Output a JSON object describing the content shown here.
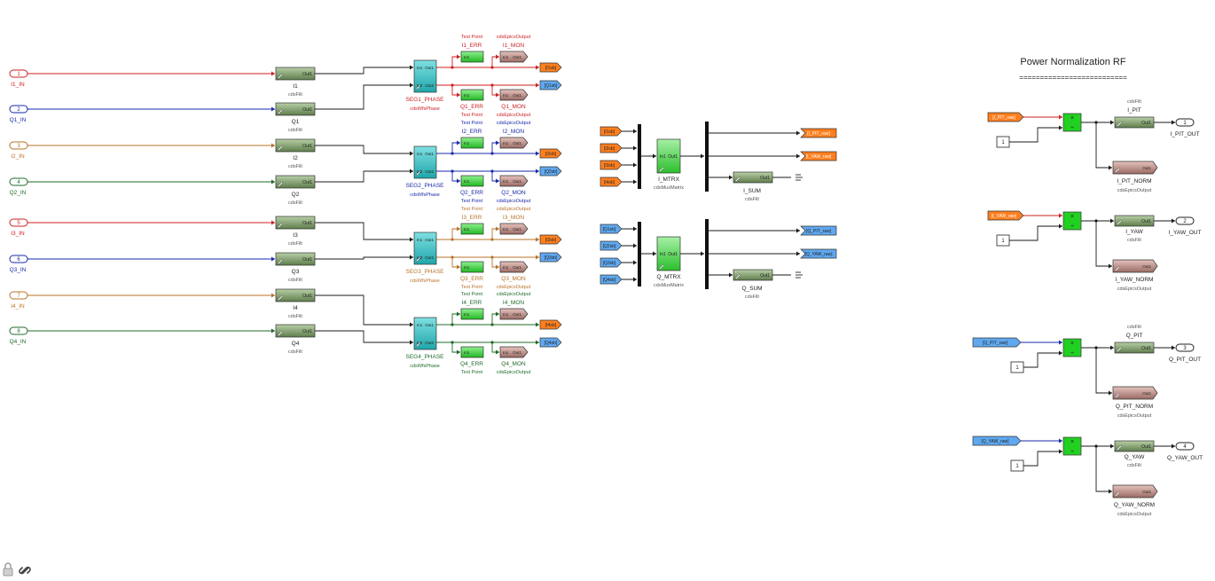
{
  "title": "Power Normalization RF",
  "title_rule": "==========================",
  "inports": [
    {
      "num": "1",
      "label": "I1_IN",
      "color": "#cc2222"
    },
    {
      "num": "2",
      "label": "Q1_IN",
      "color": "#1a2aa8"
    },
    {
      "num": "3",
      "label": "I2_IN",
      "color": "#b8732a"
    },
    {
      "num": "4",
      "label": "Q2_IN",
      "color": "#1f6b2a"
    },
    {
      "num": "5",
      "label": "I3_IN",
      "color": "#cc2222"
    },
    {
      "num": "6",
      "label": "Q3_IN",
      "color": "#1a2aa8"
    },
    {
      "num": "7",
      "label": "I4_IN",
      "color": "#b8732a"
    },
    {
      "num": "8",
      "label": "Q4_IN",
      "color": "#1f6b2a"
    }
  ],
  "filters": [
    {
      "port": "Out1",
      "name": "I1",
      "lib": "cdsFilt"
    },
    {
      "port": "Out1",
      "name": "Q1",
      "lib": "cdsFilt"
    },
    {
      "port": "Out1",
      "name": "I2",
      "lib": "cdsFilt"
    },
    {
      "port": "Out1",
      "name": "Q2",
      "lib": "cdsFilt"
    },
    {
      "port": "Out1",
      "name": "I3",
      "lib": "cdsFilt"
    },
    {
      "port": "Out1",
      "name": "Q3",
      "lib": "cdsFilt"
    },
    {
      "port": "Out1",
      "name": "I4",
      "lib": "cdsFilt"
    },
    {
      "port": "Out1",
      "name": "Q4",
      "lib": "cdsFilt"
    }
  ],
  "phases": [
    {
      "name": "SEG1_PHASE",
      "lib": "cdsWfsPhase",
      "in1": "In1",
      "out1": "Out1",
      "in2": "In2",
      "out2": "Out2",
      "color": "#cc2222",
      "tp_i": "I1_ERR",
      "mon_i": "I1_MON",
      "tp_q": "Q1_ERR",
      "mon_q": "Q1_MON",
      "tag_i": "[I1sb]",
      "tag_q": "[Q1sb]",
      "wire_i": "#cc2222",
      "wire_q": "#cc2222"
    },
    {
      "name": "SEG2_PHASE",
      "lib": "cdsWfsPhase",
      "in1": "In1",
      "out1": "Out1",
      "in2": "In2",
      "out2": "Out2",
      "color": "#1a2aa8",
      "tp_i": "I2_ERR",
      "mon_i": "I2_MON",
      "tp_q": "Q2_ERR",
      "mon_q": "Q2_MON",
      "tag_i": "[I2sb]",
      "tag_q": "[Q2sb]",
      "wire_i": "#1a2aa8",
      "wire_q": "#1a2aa8"
    },
    {
      "name": "SEG3_PHASE",
      "lib": "cdsWfsPhase",
      "in1": "In1",
      "out1": "Out1",
      "in2": "In2",
      "out2": "Out2",
      "color": "#b8732a",
      "tp_i": "I3_ERR",
      "mon_i": "I3_MON",
      "tp_q": "Q3_ERR",
      "mon_q": "Q3_MON",
      "tag_i": "[I3sb]",
      "tag_q": "[Q3sb]",
      "wire_i": "#b8732a",
      "wire_q": "#b8732a"
    },
    {
      "name": "SEG4_PHASE",
      "lib": "cdsWfsPhase",
      "in1": "In1",
      "out1": "Out1",
      "in2": "In2",
      "out2": "Out2",
      "color": "#1f6b2a",
      "tp_i": "I4_ERR",
      "mon_i": "I4_MON",
      "tp_q": "Q4_ERR",
      "mon_q": "Q4_MON",
      "tag_i": "[I4sb]",
      "tag_q": "[Q4sb]",
      "wire_i": "#1f6b2a",
      "wire_q": "#1f6b2a"
    }
  ],
  "captions": {
    "test_point": "Test Point",
    "epics_output": "cdsEpicsOutput",
    "tp_port": "In1",
    "mon_port": "In1",
    "mon_out": "Out1"
  },
  "matrices": [
    {
      "name": "I_MTRX",
      "lib": "cdsMuxMatrix",
      "port_in": "In1",
      "port_out": "Out1",
      "inputs": [
        "[I1sb]",
        "[I2sb]",
        "[I3sb]",
        "[I4sb]"
      ],
      "outputs": [
        "[I_PIT_raw]",
        "[I_YAW_raw]"
      ],
      "sum": {
        "name": "I_SUM",
        "lib": "cdsFilt",
        "port": "Out1"
      }
    },
    {
      "name": "Q_MTRX",
      "lib": "cdsMuxMatrix",
      "port_in": "In1",
      "port_out": "Out1",
      "inputs": [
        "[Q1sb]",
        "[Q2sb]",
        "[Q3sb]",
        "[Q4sb]"
      ],
      "outputs": [
        "[Q_PIT_raw]",
        "[Q_YAW_raw]"
      ],
      "sum": {
        "name": "Q_SUM",
        "lib": "cdsFilt",
        "port": "Out1"
      }
    }
  ],
  "norm": [
    {
      "from": "[I_PIT_raw]",
      "const": "1",
      "filt": "I_PIT",
      "out_num": "1",
      "out_label": "I_PIT_OUT",
      "mon": "I_PIT_NORM",
      "caption_top": true
    },
    {
      "from": "[I_YAW_raw]",
      "const": "1",
      "filt": "I_YAW",
      "out_num": "2",
      "out_label": "I_YAW_OUT",
      "mon": "I_YAW_NORM",
      "caption_top": false
    },
    {
      "from": "[Q_PIT_raw]",
      "const": "1",
      "filt": "Q_PIT",
      "out_num": "3",
      "out_label": "Q_PIT_OUT",
      "mon": "Q_PIT_NORM",
      "caption_top": true
    },
    {
      "from": "[Q_YAW_raw]",
      "const": "1",
      "filt": "Q_YAW",
      "out_num": "4",
      "out_label": "Q_YAW_OUT",
      "mon": "Q_YAW_NORM",
      "caption_top": false
    }
  ],
  "norm_common": {
    "filt_lib": "cdsFilt",
    "mon_lib": "cdsEpicsOutput",
    "port": "Out1",
    "prod_top": "×",
    "prod_bot": "÷"
  },
  "colors": {
    "filter_fill": "#8fae7a",
    "filter_dark": "#5f7d4c",
    "phase_fill": "#3fc3c6",
    "tp_fill": "#3fcf3f",
    "mon_fill": "#b98c86",
    "goto_i": "#ff7f1e",
    "goto_q": "#5fa8ef",
    "wire": "#1a1a1a",
    "prod_fill": "#22d022",
    "mux_fill": "#111111"
  }
}
